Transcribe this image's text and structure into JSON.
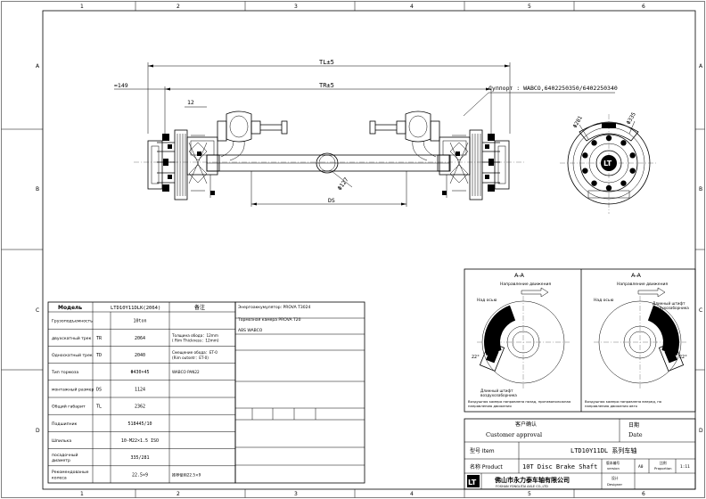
{
  "frame": {
    "col_numbers": [
      "1",
      "2",
      "3",
      "4",
      "5",
      "6"
    ],
    "row_letters": [
      "A",
      "B",
      "C",
      "D"
    ]
  },
  "drawing": {
    "dim_tl": "TL±5",
    "dim_tr": "TR±5",
    "dim_149": "≈149",
    "dim_12": "12",
    "dim_ds": "DS",
    "dim_127": "Φ127",
    "dim_335": "Φ335",
    "dim_281": "Φ281",
    "support_label": "Суппорт : WABCO,6402250350/6402250340"
  },
  "section_views": [
    {
      "title": "A-A",
      "direction_label": "Направление движения",
      "hub_label": "Над осью",
      "pin_label": "Длинный штифт\nвоздухозаборника",
      "vent_label": "Воздушная камера направлена назад, противоположная\nнаправлению движения",
      "angle": "22°"
    },
    {
      "title": "A-A",
      "direction_label": "Направление движения",
      "hub_label": "Над осью",
      "pin_label": "Длинный штифт\nвоздухозаборника",
      "vent_label": "Воздушная камера направлена вперед, по\nнаправлению движения авто",
      "angle": "22°"
    }
  ],
  "spec_table": {
    "header": [
      "Модель",
      "LTD10Y11DLK(2064)",
      "备注"
    ],
    "rows": [
      {
        "label": "Грузоподъемность",
        "code": "",
        "value": "10ton",
        "note": ""
      },
      {
        "label": "двухскатный трек",
        "code": "TR",
        "value": "2064",
        "note": "Толщина обода：12mm\n( Rim Thickness：12mm)"
      },
      {
        "label": "Односкатный трек",
        "code": "TD",
        "value": "2040",
        "note": "Смещение обода：ET-0\n(Rim outsetr：ET-0)"
      },
      {
        "label": "Тип тормоза",
        "code": "",
        "value": "Φ430×45",
        "note": "WABCO PAN22"
      },
      {
        "label": "монтажный размер",
        "code": "DS",
        "value": "1124",
        "note": ""
      },
      {
        "label": "Общий габарит",
        "code": "TL",
        "value": "2362",
        "note": ""
      },
      {
        "label": "Подшипник",
        "code": "",
        "value": "518445/10",
        "note": ""
      },
      {
        "label": "Шпилька",
        "code": "",
        "value": "10-M22×1.5 ISO",
        "note": ""
      },
      {
        "label": "посадочный\nдиаметр",
        "code": "",
        "value": "335/281",
        "note": ""
      },
      {
        "label": "Рекомендованые\nколеса",
        "code": "",
        "value": "22.5×9",
        "note": "推荐使用22.5×9"
      }
    ]
  },
  "notes_table": {
    "rows": [
      "Энергоаккумулятор: PROVA T3024",
      "Тормозная камера PROVA T20",
      "ABS WABCO"
    ]
  },
  "title_block": {
    "customer_approval_cn": "客户确认",
    "customer_approval_en": "Customer approval",
    "date_cn": "日期",
    "date_en": "Date",
    "item_cn": "型号 Item",
    "item_value": "LTD10Y11DL 系列车轴",
    "product_cn": "名称 Product",
    "product_value": "10T Disc Brake Shaft",
    "version_cn": "版本编号",
    "version_en": "version",
    "version_value": "A0",
    "proportion_cn": "比例",
    "proportion_en": "Proportion",
    "proportion_value": "1:11",
    "designer_cn": "设计",
    "designer_en": "Designer",
    "company_cn": "佛山市永力泰车轴有限公司",
    "company_en": "FOSHAN YONGLITAI AXLE CO.,LTD",
    "logo_text": "LT"
  }
}
